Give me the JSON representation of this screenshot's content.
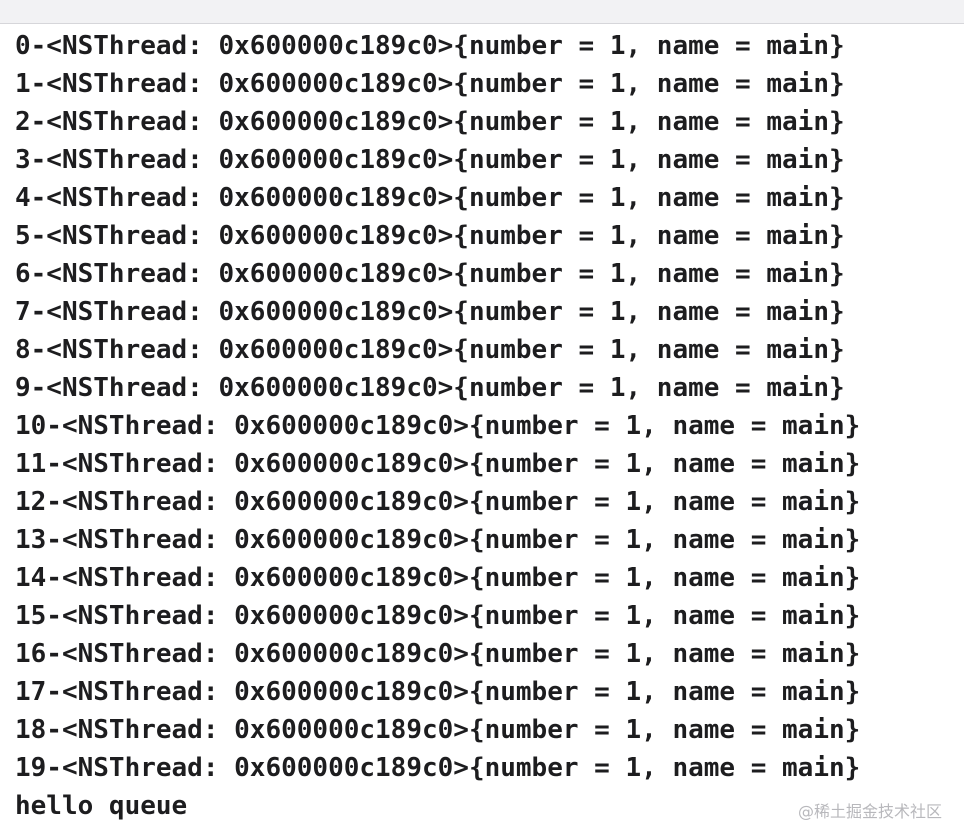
{
  "console": {
    "lines": [
      "0-<NSThread: 0x600000c189c0>{number = 1, name = main}",
      "1-<NSThread: 0x600000c189c0>{number = 1, name = main}",
      "2-<NSThread: 0x600000c189c0>{number = 1, name = main}",
      "3-<NSThread: 0x600000c189c0>{number = 1, name = main}",
      "4-<NSThread: 0x600000c189c0>{number = 1, name = main}",
      "5-<NSThread: 0x600000c189c0>{number = 1, name = main}",
      "6-<NSThread: 0x600000c189c0>{number = 1, name = main}",
      "7-<NSThread: 0x600000c189c0>{number = 1, name = main}",
      "8-<NSThread: 0x600000c189c0>{number = 1, name = main}",
      "9-<NSThread: 0x600000c189c0>{number = 1, name = main}",
      "10-<NSThread: 0x600000c189c0>{number = 1, name = main}",
      "11-<NSThread: 0x600000c189c0>{number = 1, name = main}",
      "12-<NSThread: 0x600000c189c0>{number = 1, name = main}",
      "13-<NSThread: 0x600000c189c0>{number = 1, name = main}",
      "14-<NSThread: 0x600000c189c0>{number = 1, name = main}",
      "15-<NSThread: 0x600000c189c0>{number = 1, name = main}",
      "16-<NSThread: 0x600000c189c0>{number = 1, name = main}",
      "17-<NSThread: 0x600000c189c0>{number = 1, name = main}",
      "18-<NSThread: 0x600000c189c0>{number = 1, name = main}",
      "19-<NSThread: 0x600000c189c0>{number = 1, name = main}",
      "hello queue"
    ]
  },
  "watermark": {
    "text": "@稀土掘金技术社区"
  },
  "colors": {
    "text": "#1d1d1f",
    "background": "#ffffff",
    "top_bar": "#f2f2f4",
    "watermark": "#b8b8bc"
  }
}
